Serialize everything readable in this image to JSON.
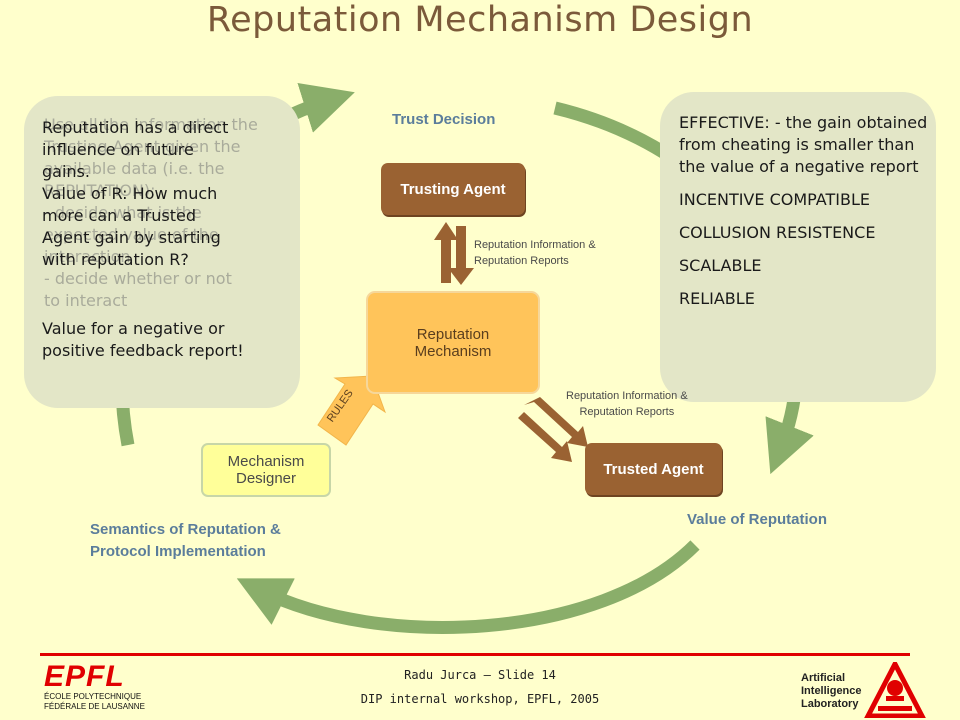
{
  "slide": {
    "title": "Reputation Mechanism Design",
    "colors": {
      "background": "#FFFFCC",
      "title": "#7B5A3A",
      "arrow": "#8AAE6A",
      "agent": "#9A6232",
      "mechanism": "#FFC45A",
      "label": "#5B7D9B",
      "footer_rule": "#E00000"
    }
  },
  "left_panel": {
    "ghost_lines": [
      "Use all the information the",
      "Trusting Agent given the",
      "available data (i.e. the",
      "REPUTATION):",
      "- decide what is the",
      "expected value of the",
      "interaction",
      "-  decide whether or not",
      "to interact"
    ],
    "main_lines": [
      "Reputation has a direct",
      "influence on future",
      "gains.",
      "Value of R: How much",
      "more can a Trusted",
      "Agent gain by starting",
      "with reputation R?",
      "Value for a negative or",
      "positive feedback report!"
    ]
  },
  "right_panel": {
    "effective": "EFFECTIVE: - the gain obtained from cheating is smaller than the value of a negative report",
    "incentive": "INCENTIVE COMPATIBLE",
    "collusion": "COLLUSION RESISTENCE",
    "scalable": "SCALABLE",
    "reliable": "RELIABLE"
  },
  "diagram": {
    "trust_decision": "Trust Decision",
    "value_of_reputation": "Value of Reputation",
    "semantics_line1": "Semantics of Reputation &",
    "semantics_line2": "Protocol Implementation",
    "trusting_agent": "Trusting Agent",
    "trusted_agent": "Trusted Agent",
    "mechanism_line1": "Reputation",
    "mechanism_line2": "Mechanism",
    "designer_line1": "Mechanism",
    "designer_line2": "Designer",
    "rules": "RULES",
    "info_top_line1": "Reputation Information &",
    "info_top_line2": "Reputation Reports",
    "info_bottom_line1": "Reputation Information &",
    "info_bottom_line2": "Reputation Reports"
  },
  "footer": {
    "epfl_logo": "EPFL",
    "epfl_line1": "ÉCOLE POLYTECHNIQUE",
    "epfl_line2": "FÉDÉRALE DE LAUSANNE",
    "slide_info": "Radu Jurca – Slide 14",
    "event": "DIP internal workshop, EPFL, 2005",
    "lab_line1": "Artificial",
    "lab_line2": "Intelligence",
    "lab_line3": "Laboratory"
  }
}
